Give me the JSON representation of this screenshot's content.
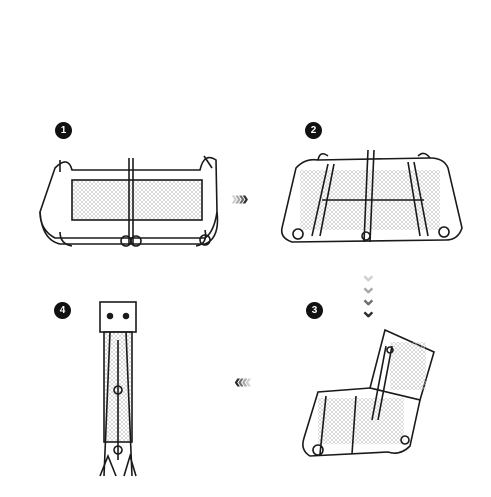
{
  "steps": [
    {
      "number": "1"
    },
    {
      "number": "2"
    },
    {
      "number": "3"
    },
    {
      "number": "4"
    }
  ],
  "arrows": {
    "right_glyph": "›",
    "left_glyph": "‹",
    "down_glyph": "⌄"
  },
  "colors": {
    "ink": "#1a1a1a",
    "mesh": "#9a9a9a",
    "arrow_light": "#bdbdbd",
    "arrow_dark": "#2b2b2b"
  }
}
